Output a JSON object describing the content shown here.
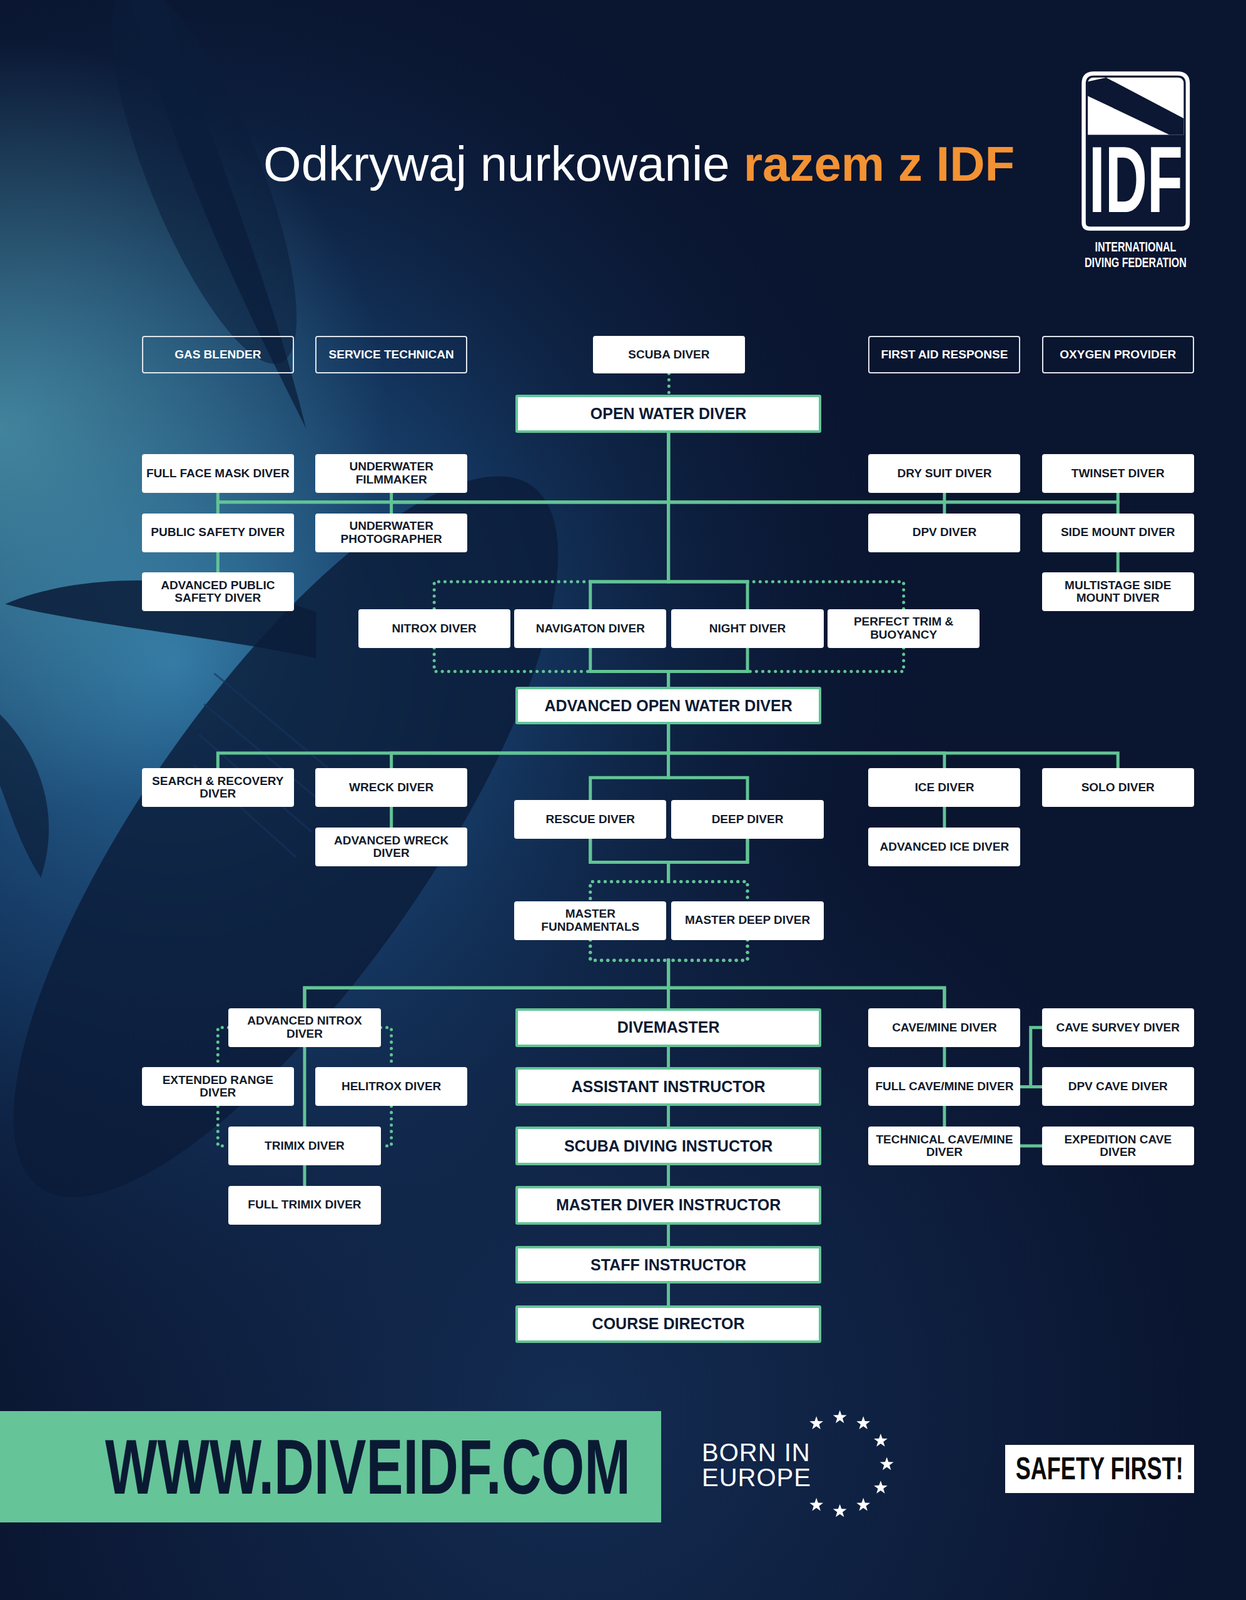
{
  "diagram": {
    "title": "Odkrywaj nurkowanie",
    "nodes": [
      {
        "text": [
          "IDF"
        ]
      },
      {
        "text": [
          "GAS BLENDER"
        ]
      },
      {
        "text": [
          "SERVICE TECHNICAN"
        ]
      },
      {
        "text": [
          "SCUBA DIVER"
        ]
      },
      {
        "text": [
          "FIRST AID RESPONSE"
        ]
      },
      {
        "text": [
          "OXYGEN PROVIDER"
        ]
      },
      {
        "text": [
          "OPEN WATER DIVER"
        ]
      },
      {
        "text": [
          "FULL FACE MASK DIVER"
        ]
      },
      {
        "text": [
          "UNDERWATER FILMMAKER"
        ]
      },
      {
        "text": [
          "DRY SUIT DIVER"
        ]
      },
      {
        "text": [
          "TWINSET DIVER"
        ]
      },
      {
        "text": [
          "PUBLIC SAFETY DIVER"
        ]
      },
      {
        "text": [
          "UNDERWATER PHOTOGRAPHER"
        ]
      },
      {
        "text": [
          "DPV DIVER"
        ]
      },
      {
        "text": [
          "SIDE MOUNT DIVER"
        ]
      },
      {
        "text": [
          "ADVANCED PUBLIC SAFETY DIVER"
        ]
      },
      {
        "text": [
          "MULTISTAGE SIDE MOUNT DIVER"
        ]
      },
      {
        "text": [
          "NITROX DIVER"
        ]
      },
      {
        "text": [
          "NAVIGATON DIVER"
        ]
      },
      {
        "text": [
          "NIGHT DIVER"
        ]
      },
      {
        "text": [
          "PERFECT TRIM & BUOYANCY"
        ]
      },
      {
        "text": [
          "ADVANCED OPEN WATER DIVER"
        ]
      },
      {
        "text": [
          "SEARCH & RECOVERY DIVER"
        ]
      },
      {
        "text": [
          "WRECK DIVER"
        ]
      },
      {
        "text": [
          "ICE DIVER"
        ]
      },
      {
        "text": [
          "SOLO DIVER"
        ]
      },
      {
        "text": [
          "RESCUE DIVER"
        ]
      },
      {
        "text": [
          "DEEP DIVER"
        ]
      },
      {
        "text": [
          "ADVANCED WRECK DIVER"
        ]
      },
      {
        "text": [
          "ADVANCED ICE DIVER"
        ]
      },
      {
        "text": [
          "MASTER FUNDAMENTALS"
        ]
      },
      {
        "text": [
          "MASTER DEEP DIVER"
        ]
      },
      {
        "text": [
          "ADVANCED NITROX DIVER"
        ]
      },
      {
        "text": [
          "DIVEMASTER"
        ]
      },
      {
        "text": [
          "CAVE/MINE DIVER"
        ]
      },
      {
        "text": [
          "CAVE SURVEY DIVER"
        ]
      },
      {
        "text": [
          "EXTENDED RANGE DIVER"
        ]
      },
      {
        "text": [
          "HELITROX DIVER"
        ]
      },
      {
        "text": [
          "ASSISTANT INSTRUCTOR"
        ]
      },
      {
        "text": [
          "FULL CAVE/MINE DIVER"
        ]
      },
      {
        "text": [
          "DPV CAVE DIVER"
        ]
      },
      {
        "text": [
          "TRIMIX DIVER"
        ]
      },
      {
        "text": [
          "SCUBA DIVING INSTUCTOR"
        ]
      },
      {
        "text": [
          "TECHNICAL CAVE/MINE DIVER"
        ]
      },
      {
        "text": [
          "EXPEDITION CAVE DIVER"
        ]
      },
      {
        "text": [
          "FULL TRIMIX DIVER"
        ]
      },
      {
        "text": [
          "MASTER DIVER INSTRUCTOR"
        ]
      },
      {
        "text": [
          "STAFF INSTRUCTOR"
        ]
      },
      {
        "text": [
          "COURSE DIRECTOR"
        ]
      },
      {
        "text": [
          "WWW.DIVEIDF.COM"
        ]
      },
      {
        "text": [
          "SAFETY FIRST!"
        ]
      }
    ],
    "edges": [
      {
        "from": 3,
        "to": 6,
        "arrow": "none"
      },
      {
        "from": 6,
        "to": 7,
        "arrow": "none"
      },
      {
        "from": 6,
        "to": 11,
        "arrow": "none"
      },
      {
        "from": 6,
        "to": 8,
        "arrow": "none"
      },
      {
        "from": 6,
        "to": 12,
        "arrow": "none"
      },
      {
        "from": 6,
        "to": 9,
        "arrow": "none"
      },
      {
        "from": 6,
        "to": 13,
        "arrow": "none"
      },
      {
        "from": 6,
        "to": 10,
        "arrow": "none"
      },
      {
        "from": 6,
        "to": 14,
        "arrow": "none"
      },
      {
        "from": 11,
        "to": 15,
        "arrow": "none"
      },
      {
        "from": 14,
        "to": 16,
        "arrow": "none"
      },
      {
        "from": 6,
        "to": 17,
        "arrow": "none"
      },
      {
        "from": 6,
        "to": 18,
        "arrow": "none"
      },
      {
        "from": 6,
        "to": 19,
        "arrow": "none"
      },
      {
        "from": 6,
        "to": 20,
        "arrow": "none"
      },
      {
        "from": 17,
        "to": 21,
        "arrow": "none"
      },
      {
        "from": 18,
        "to": 21,
        "arrow": "none"
      },
      {
        "from": 19,
        "to": 21,
        "arrow": "none"
      },
      {
        "from": 20,
        "to": 21,
        "arrow": "none"
      },
      {
        "from": 21,
        "to": 22,
        "arrow": "none"
      },
      {
        "from": 21,
        "to": 23,
        "arrow": "none"
      },
      {
        "from": 21,
        "to": 24,
        "arrow": "none"
      },
      {
        "from": 21,
        "to": 25,
        "arrow": "none"
      },
      {
        "from": 21,
        "to": 26,
        "arrow": "none"
      },
      {
        "from": 21,
        "to": 27,
        "arrow": "none"
      },
      {
        "from": 23,
        "to": 28,
        "arrow": "none"
      },
      {
        "from": 24,
        "to": 29,
        "arrow": "none"
      },
      {
        "from": 26,
        "to": 30,
        "arrow": "none"
      },
      {
        "from": 26,
        "to": 31,
        "arrow": "none"
      },
      {
        "from": 27,
        "to": 30,
        "arrow": "none"
      },
      {
        "from": 27,
        "to": 31,
        "arrow": "none"
      },
      {
        "from": 30,
        "to": 32,
        "arrow": "none"
      },
      {
        "from": 30,
        "to": 33,
        "arrow": "none"
      },
      {
        "from": 30,
        "to": 34,
        "arrow": "none"
      },
      {
        "from": 31,
        "to": 32,
        "arrow": "none"
      },
      {
        "from": 31,
        "to": 33,
        "arrow": "none"
      },
      {
        "from": 31,
        "to": 34,
        "arrow": "none"
      },
      {
        "from": 33,
        "to": 38,
        "arrow": "none"
      },
      {
        "from": 38,
        "to": 42,
        "arrow": "none"
      },
      {
        "from": 42,
        "to": 46,
        "arrow": "none"
      },
      {
        "from": 46,
        "to": 47,
        "arrow": "none"
      },
      {
        "from": 47,
        "to": 48,
        "arrow": "none"
      },
      {
        "from": 32,
        "to": 36,
        "arrow": "none"
      },
      {
        "from": 32,
        "to": 37,
        "arrow": "none"
      },
      {
        "from": 32,
        "to": 41,
        "arrow": "none"
      },
      {
        "from": 36,
        "to": 41,
        "arrow": "none"
      },
      {
        "from": 37,
        "to": 41,
        "arrow": "none"
      },
      {
        "from": 41,
        "to": 45,
        "arrow": "none"
      },
      {
        "from": 34,
        "to": 39,
        "arrow": "none"
      },
      {
        "from": 39,
        "to": 43,
        "arrow": "none"
      },
      {
        "from": 39,
        "to": 35,
        "arrow": "none"
      },
      {
        "from": 39,
        "to": 40,
        "arrow": "none"
      },
      {
        "from": 43,
        "to": 44,
        "arrow": "none"
      }
    ],
    "labels": [
      "razem z IDF",
      "INTERNATIONAL DIVING FEDERATION",
      "BORN IN EUROPE"
    ]
  }
}
